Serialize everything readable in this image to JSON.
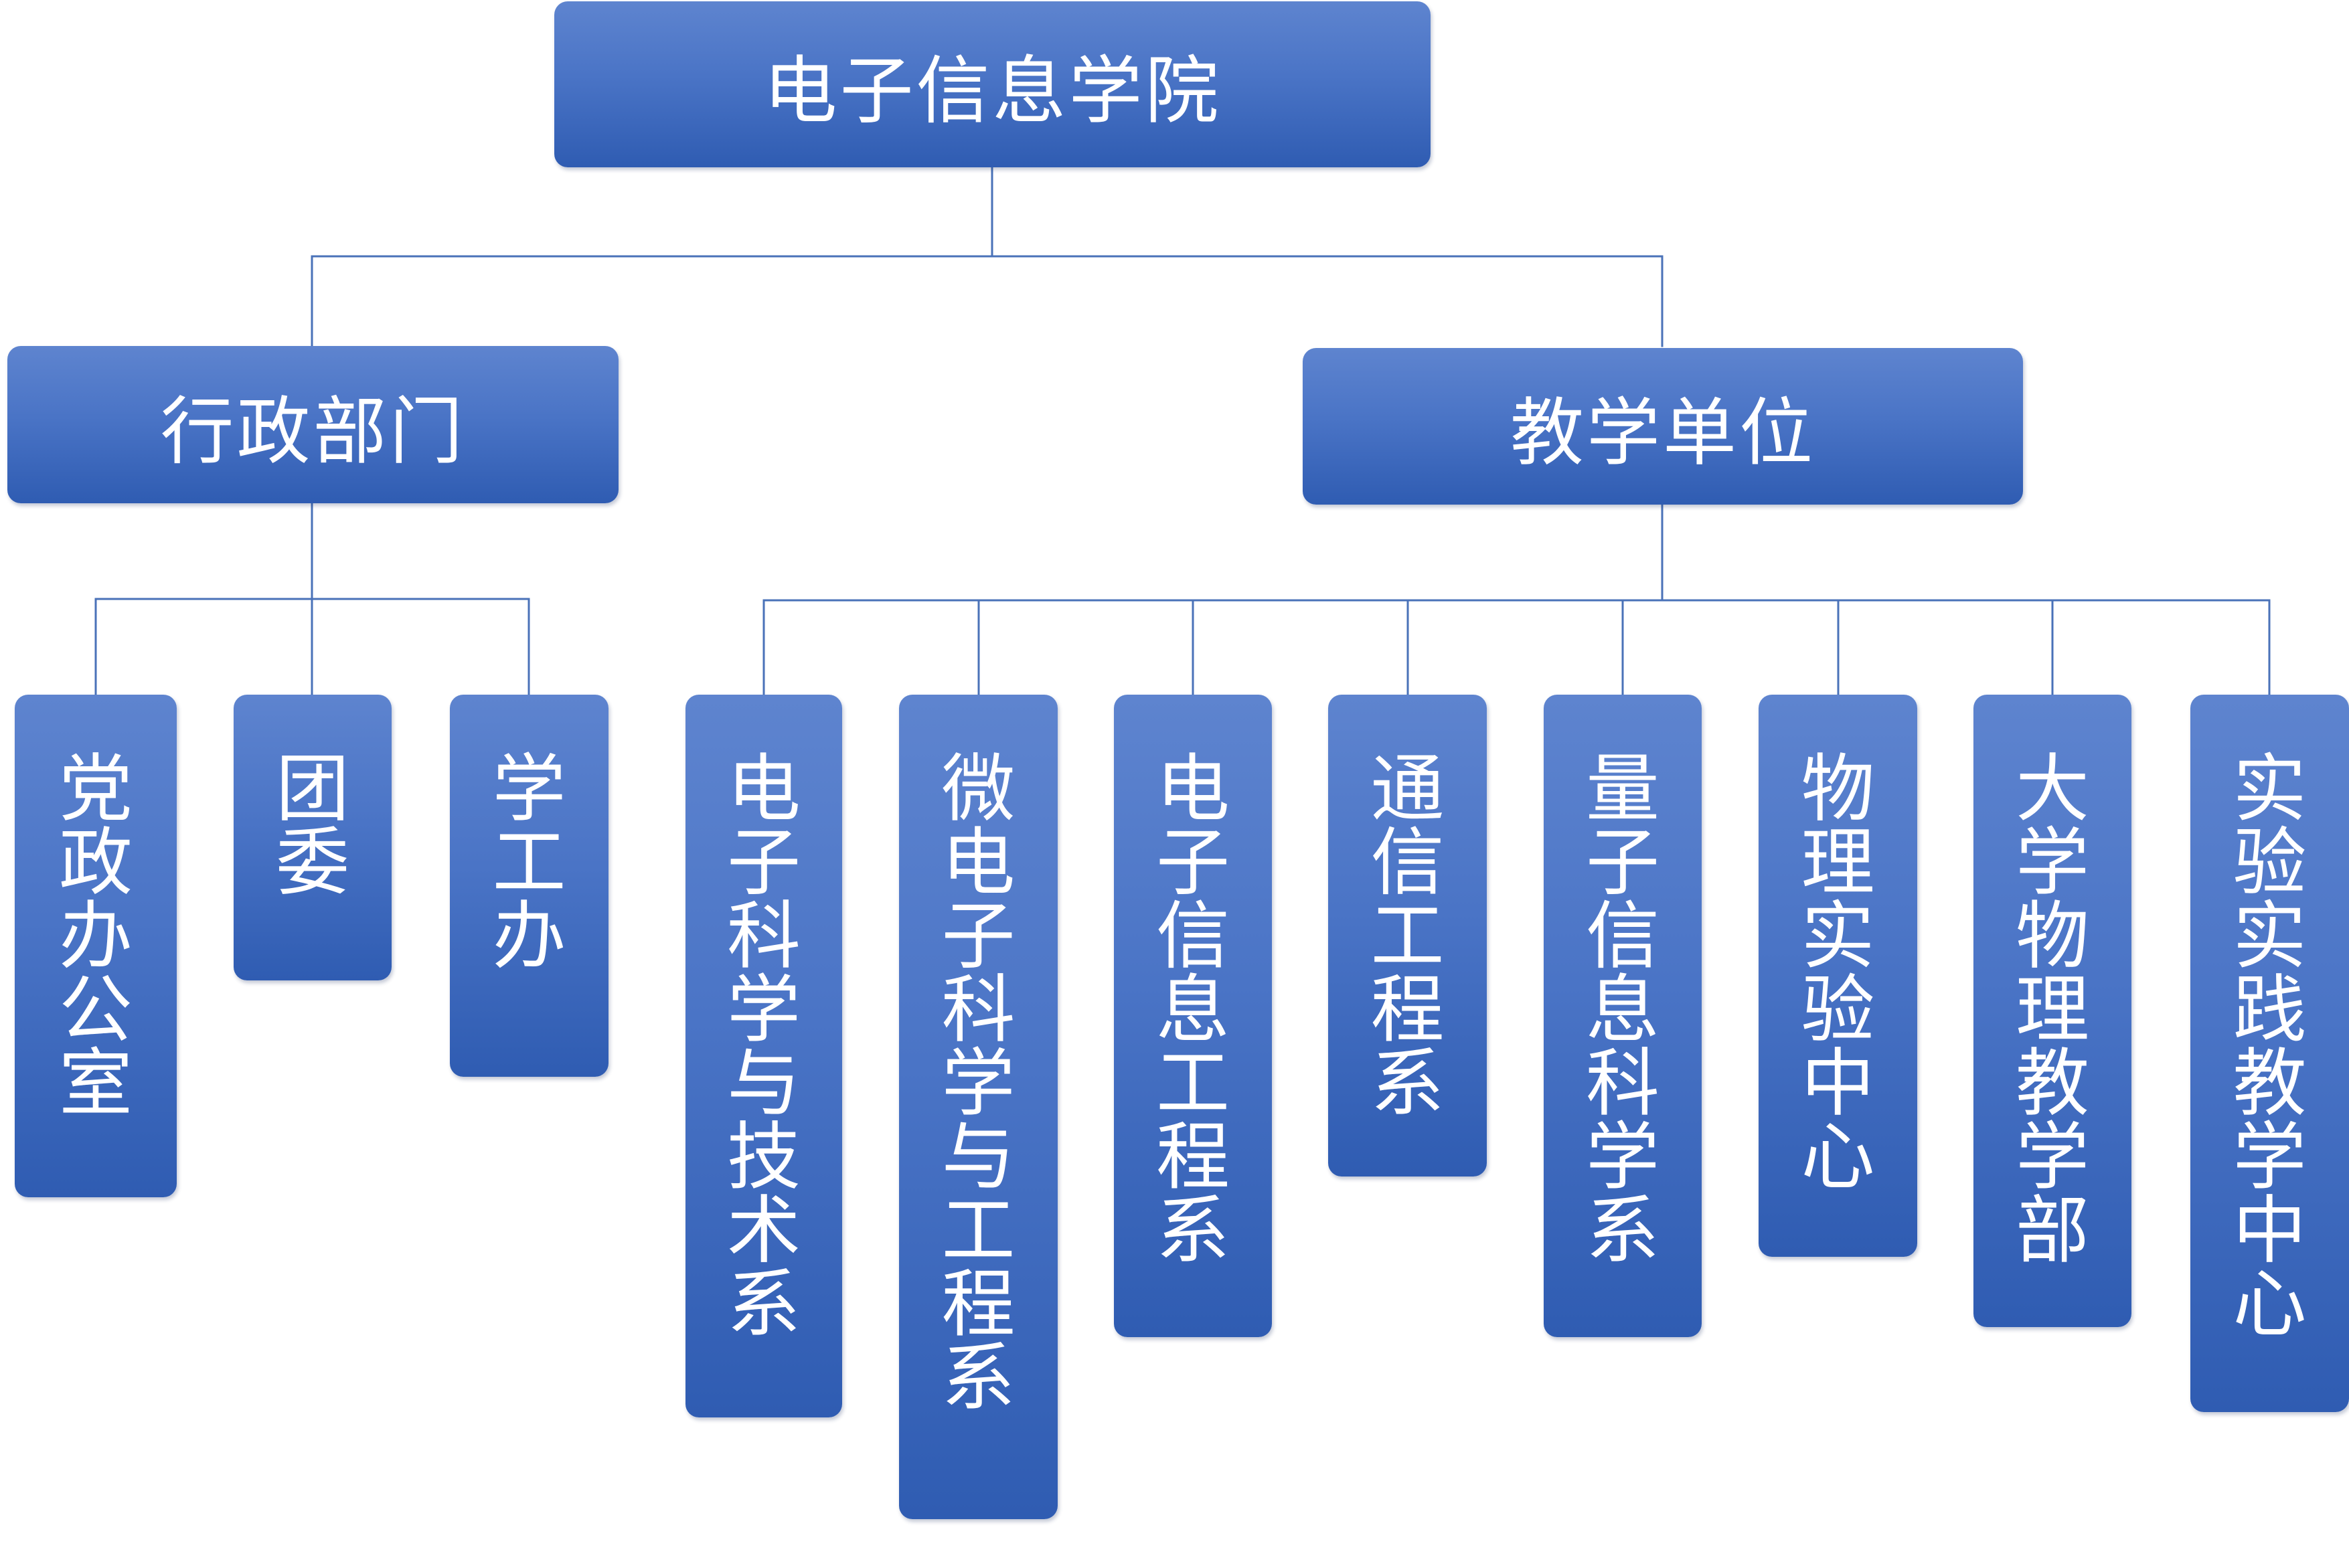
{
  "root": {
    "label": "电子信息学院"
  },
  "branches": [
    {
      "label": "行政部门",
      "units": [
        "党政办公室",
        "团委",
        "学工办"
      ]
    },
    {
      "label": "教学单位",
      "units": [
        "电子科学与技术系",
        "微电子科学与工程系",
        "电子信息工程系",
        "通信工程系",
        "量子信息科学系",
        "物理实验中心",
        "大学物理教学部",
        "实验实践教学中心"
      ]
    }
  ],
  "colors": {
    "box_gradient_top": "#5e84cf",
    "box_gradient_bottom": "#2f5cb2",
    "connector": "#4a72b8",
    "text": "#ffffff"
  }
}
